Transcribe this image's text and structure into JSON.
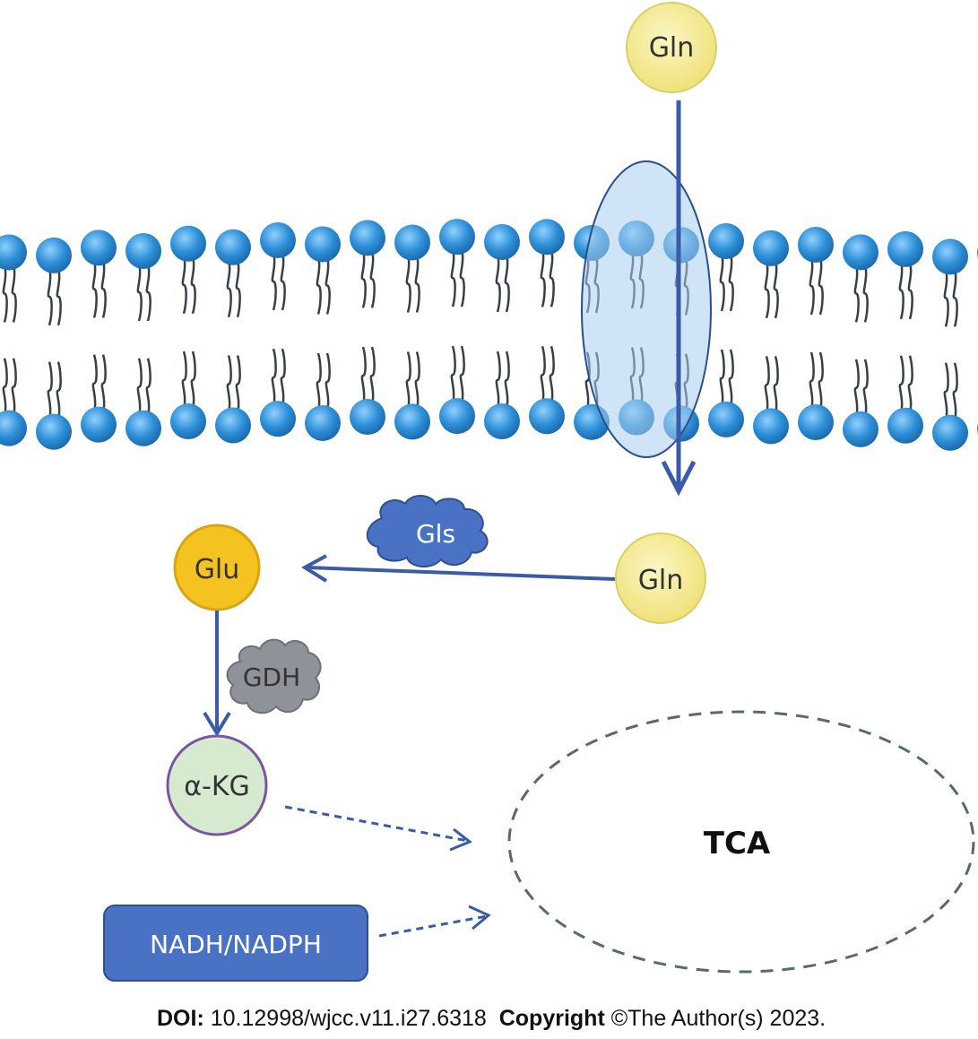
{
  "nodes": {
    "gln_outside": "Gln",
    "gln_inside": "Gln",
    "gls": "Gls",
    "glu": "Glu",
    "gdh": "GDH",
    "akg": "α-KG",
    "tca": "TCA",
    "nadh": "NADH/NADPH"
  },
  "footer": {
    "doi_label": "DOI:",
    "doi_value": "10.12998/wjcc.v11.i27.6318",
    "copyright_label": "Copyright",
    "copyright_value": "©The Author(s) 2023."
  },
  "colors": {
    "arrow": "#3a5ca8",
    "phospholipid_head": "#2e8fd6",
    "gln_fill": "#f2ea8c",
    "glu_fill": "#f5c320",
    "akg_fill": "#d6ead0",
    "akg_stroke": "#7b55a0",
    "enzyme_blue": "#4a72c4",
    "enzyme_gray": "#8f9399",
    "nadh_fill": "#4a72c4",
    "tca_stroke": "#5a6a66",
    "transporter": "#a9cdf0"
  }
}
